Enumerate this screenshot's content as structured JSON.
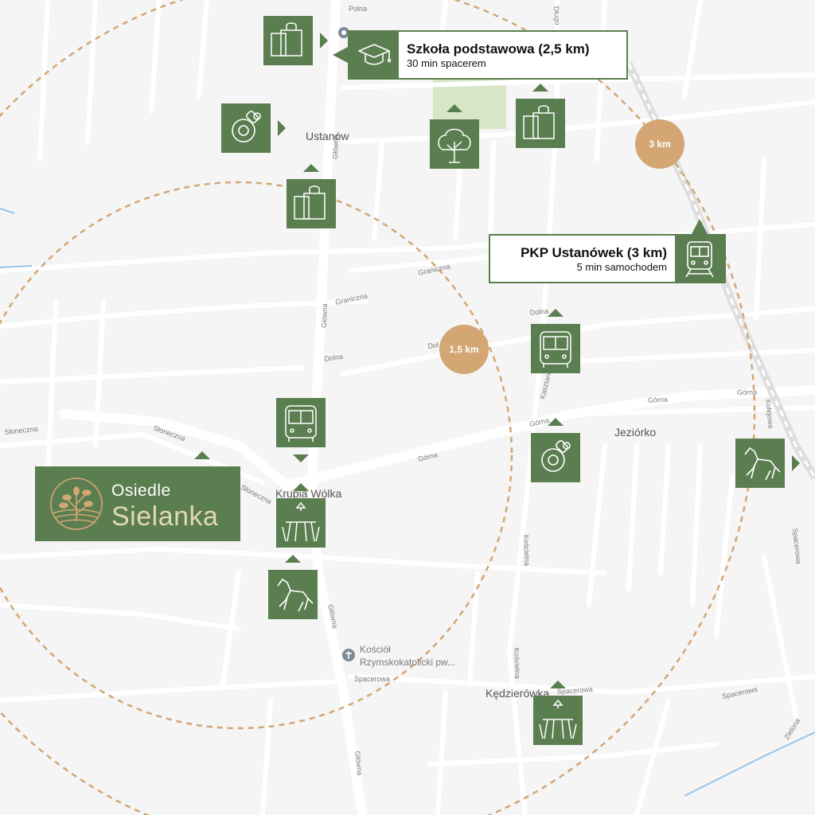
{
  "colors": {
    "marker_green": "#5b7e50",
    "distance_circle": "#d3a673",
    "park_green": "#d6e6c6",
    "road": "#ffffff",
    "background": "#f5f5f5"
  },
  "places": {
    "ustanow": "Ustanów",
    "krupia_wolka": "Krupia Wólka",
    "jeziorko": "Jeziórko",
    "kedzierowka": "Kędzierówka",
    "church_line1": "Kościół",
    "church_line2": "Rzymskokatolicki pw..."
  },
  "streets": {
    "polna": "Polna",
    "glowna": "Główna",
    "graniczna": "Graniczna",
    "dolna": "Dolna",
    "dol": "Dol",
    "sloneczna": "Słoneczna",
    "gorna": "Górna",
    "kasztanowa": "Kasztanowa",
    "koscielna": "Kościelna",
    "kolejowa": "Kolejowa",
    "spacerowa": "Spacerowa",
    "zielona": "Zielona",
    "dlugo": "Długo"
  },
  "distances": {
    "inner": "1,5 km",
    "outer": "3 km"
  },
  "info_boxes": {
    "school": {
      "title": "Szkoła podstawowa (2,5 km)",
      "subtitle": "30 min spacerem",
      "icon": "graduation-cap-icon"
    },
    "station": {
      "title": "PKP Ustanówek (3 km)",
      "subtitle": "5 min samochodem",
      "icon": "train-icon"
    }
  },
  "logo": {
    "line1": "Osiedle",
    "line2": "Sielanka"
  },
  "markers": [
    {
      "name": "shopping-bag-icon",
      "kind": "shopping"
    },
    {
      "name": "pacifier-icon",
      "kind": "nursery"
    },
    {
      "name": "tree-icon",
      "kind": "park"
    },
    {
      "name": "shopping-bag-icon",
      "kind": "shopping"
    },
    {
      "name": "shopping-bag-icon",
      "kind": "shopping"
    },
    {
      "name": "bus-icon",
      "kind": "bus"
    },
    {
      "name": "bus-icon",
      "kind": "bus"
    },
    {
      "name": "pacifier-icon",
      "kind": "nursery"
    },
    {
      "name": "horse-icon",
      "kind": "horse-riding"
    },
    {
      "name": "restaurant-icon",
      "kind": "restaurant"
    },
    {
      "name": "horse-icon",
      "kind": "horse-riding"
    },
    {
      "name": "restaurant-icon",
      "kind": "restaurant"
    }
  ]
}
